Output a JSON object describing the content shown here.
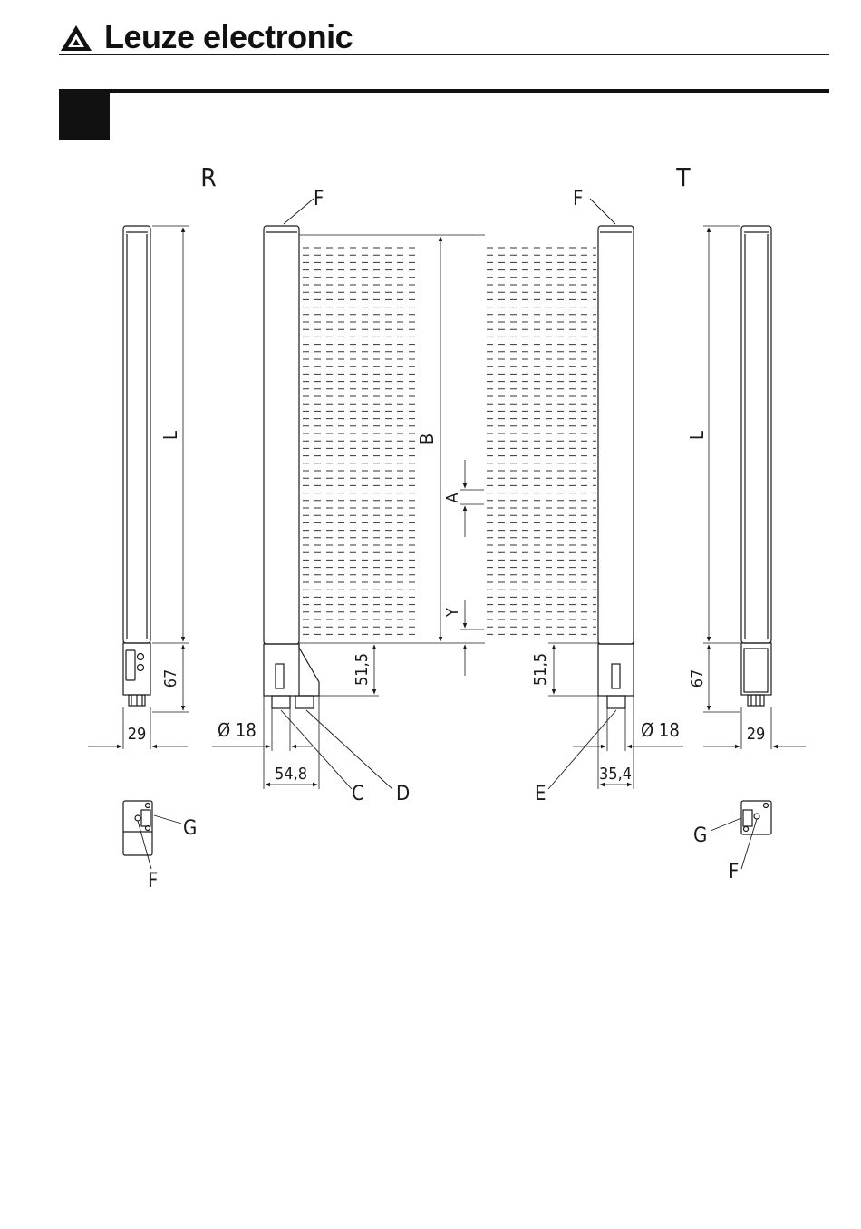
{
  "header": {
    "brand": "Leuze electronic",
    "logo": "leuze-triangle-logo"
  },
  "drawing": {
    "view_labels": {
      "receiver": "R",
      "transmitter": "T"
    },
    "callouts": {
      "F": "F",
      "G": "G",
      "C": "C",
      "D": "D",
      "E": "E"
    },
    "dimensions": {
      "length": "L",
      "protective_height": "B",
      "resolution": "A",
      "offset": "Y",
      "cap_height": "67",
      "width": "29",
      "diameter": "Ø 18",
      "bottom_height": "51,5",
      "receiver_depth": "54,8",
      "transmitter_depth": "35,4"
    }
  }
}
